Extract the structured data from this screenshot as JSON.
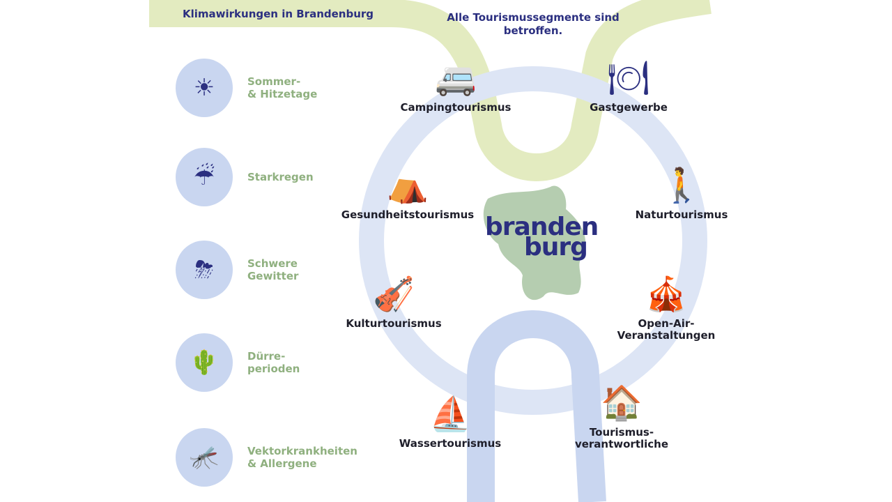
{
  "header": {
    "title": "Klimawirkungen in Brandenburg",
    "subtitle": "Alle Tourismussegmente sind betroffen."
  },
  "climate_impacts": [
    {
      "label": "Sommer-\n& Hitzetage",
      "icon": "sun-thermometer-icon"
    },
    {
      "label": "Starkregen",
      "icon": "rain-cloud-icon"
    },
    {
      "label": "Schwere\nGewitter",
      "icon": "thunderstorm-icon"
    },
    {
      "label": "Dürre-\nperioden",
      "icon": "drought-icon"
    },
    {
      "label": "Vektorkrankheiten\n& Allergene",
      "icon": "mosquito-icon"
    }
  ],
  "segments": [
    {
      "label": "Campingtourismus",
      "icon": "camper-van-icon"
    },
    {
      "label": "Gastgewerbe",
      "icon": "restaurant-table-icon"
    },
    {
      "label": "Gesundheitstourismus",
      "icon": "yoga-tent-icon"
    },
    {
      "label": "Naturtourismus",
      "icon": "hikers-icon"
    },
    {
      "label": "Kulturtourismus",
      "icon": "orchestra-icon"
    },
    {
      "label": "Open-Air-\nVeranstaltungen",
      "icon": "stage-crowd-icon"
    },
    {
      "label": "Wassertourismus",
      "icon": "boat-icon"
    },
    {
      "label": "Tourismus-\nverantwortliche",
      "icon": "info-house-icon"
    }
  ],
  "logo": {
    "line1": "branden",
    "line2": "burg"
  },
  "colors": {
    "navy": "#2b2f80",
    "green_text": "#8fb07f",
    "band_green": "#e3ebc0",
    "band_blue": "#dde5f5",
    "map_green": "#b5cdb0"
  }
}
